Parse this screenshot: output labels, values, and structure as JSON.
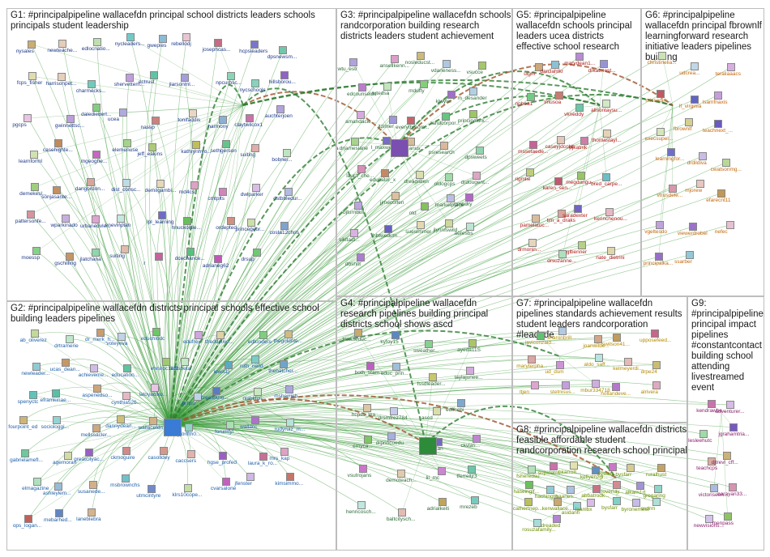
{
  "groups": [
    {
      "id": "G1",
      "title": "G1: #principalpipeline wallacefdn principal school districts leaders schools principals student leadership",
      "color": "#1f3a8a"
    },
    {
      "id": "G2",
      "title": "G2: #principalpipeline wallacefdn districts principal schools effective school building leaders pipelines",
      "color": "#1f5fa8"
    },
    {
      "id": "G3",
      "title": "G3: #principalpipeline wallacefdn schools randcorporation building research districts leaders student achievement",
      "color": "#2e6b3a"
    },
    {
      "id": "G4",
      "title": "G4: #principalpipeline wallacefdn research pipelines building principal districts school shows ascd",
      "color": "#2e6b3a"
    },
    {
      "id": "G5",
      "title": "G5: #principalpipeline wallacefdn schools principal leaders ucea districts effective school research",
      "color": "#b01818"
    },
    {
      "id": "G6",
      "title": "G6: #principalpipeline wallacefdn principal fbrownlf learningforward research initiative leaders pipelines building",
      "color": "#c2670c"
    },
    {
      "id": "G7",
      "title": "G7: #principalpipeline wallacefdn pipelines standards achievement results student leaders randcorporation #leadsde",
      "color": "#b08a00"
    },
    {
      "id": "G8",
      "title": "G8: #principalpipeline wallacefdn districts feasible affordable student randcorporation research school principal",
      "color": "#6b8e00"
    },
    {
      "id": "G9",
      "title": "G9: #principalpipeline principal impact pipelines #constantcontact building school attending livestreamed event",
      "color": "#8a1f6b"
    }
  ],
  "nodes": {
    "G1": [
      "nysales",
      "newteache...",
      "edlocnatio...",
      "nycleaders...",
      "gweples",
      "rebellodj",
      "josephcas...",
      "hcpsleaders",
      "dpsnewsm...",
      "fcps_fisher",
      "harrisonpet...",
      "charmecks...",
      "shervettem...",
      "ectrust",
      "jlarsonml...",
      "npcurbsc...",
      "nycschools",
      "hillsborou...",
      "pgcps",
      "gwinnettsc...",
      "dalediederl...",
      "ucea",
      "nassp",
      "tonifaddis",
      "harmony",
      "claytwilcox1",
      "auchterjoen",
      "learnforml",
      "casehighte...",
      "mgeoghe...",
      "elemenuse",
      "jeff_eakins",
      "kathrynhyo...",
      "sethgerson",
      "suiting",
      "bobnel...",
      "demekesl...",
      "sonjasante...",
      "dangordon...",
      "dist_consc...",
      "demilgambi...",
      "md4cs",
      "cmtplts",
      "dwlparker",
      "dstbbledur...",
      "pattersonfe...",
      "wparkinado",
      "urbanedvle...",
      "enevlnplan",
      "lpl_learning",
      "hnuckolsle...",
      "ordepted",
      "princegeor...",
      "costa12chris",
      "moessp",
      "gschilling",
      "jlatchana",
      "suiting",
      "r",
      "dcechance...",
      "adrianeg62",
      "drsup"
    ],
    "G2": [
      "ab_oliverez",
      "drtramerie",
      "dr_merk_h...",
      "voteyeva",
      "educhlodc",
      "edufrey",
      "tfreddolive...",
      "edtunders",
      "thegoldnte...",
      "newleader...",
      "ucas_dean...",
      "achieveme...",
      "education...",
      "enniroc1111",
      "tedlsbeta",
      "lewis1j",
      "ruth_neild",
      "thehatcher...",
      "spenyctc",
      "eframkinae...",
      "aspenedso...",
      "cynthia526...",
      "latoyadixo...",
      "drhpo",
      "createkno...",
      "nlabktyn",
      "msherrieb...",
      "fourpoint_ed",
      "sociologgi...",
      "mellssacler...",
      "dannydearl...",
      "wallacefdn",
      "laylorffth0...",
      "forumfyi",
      "wallacc",
      "rudyruiz_m...",
      "gabrielamefl...",
      "agemoran",
      "greatcityac...",
      "ckmoguire",
      "casolldey",
      "caccsers",
      "hgse_profed",
      "laura_k_ro...",
      "mrs_kap",
      "elmagazine",
      "ashleylem...",
      "susanede...",
      "msbrownchs",
      "utmcintyre",
      "klrs10cope...",
      "cvarsalone",
      "jfenster",
      "kimsimmo...",
      "ops_logan...",
      "mebarhed...",
      "laneblebra"
    ],
    "G3": [
      "wtu_estr",
      "ansellkenn...",
      "nosleducst...",
      "vdarleness...",
      "vsucce",
      "edcounseldc",
      "rutedsa",
      "mdufty",
      "kjwyler",
      "m_desander",
      "amandacie...",
      "jtzimer",
      "everythroom...",
      "randcorpor...",
      "principalsrk...",
      "drjamesiane",
      "l_maxwell",
      "tmcmanus...",
      "psresearch",
      "dpsweets",
      "laura_che...",
      "educator_x",
      "dreagallen",
      "oldogcps",
      "drdougent...",
      "bjturnbull",
      "jjmecoffen",
      "otd",
      "marketplace",
      "gmecky",
      "sikitadt...",
      "hbtwedum...",
      "suesimmer",
      "jlynnfswild...",
      "aeresbs",
      "dbshltt"
    ],
    "G4": [
      "texaseduc...",
      "kyfoy15",
      "sweather...",
      "ayeda11S",
      "both_stam...",
      "educ_prin...",
      "fssdleader...",
      "laylajunee...",
      "hcpss_lea...",
      "drsmfrez784",
      "ascd",
      "edffschi",
      "emyca...",
      "drprincoedu",
      "mpiyaan",
      "ckvlas...",
      "vsutrojans",
      "demoteach...",
      "lil_mc",
      "tferrelljr3",
      "henricosch...",
      "baltcitysch...",
      "adrialkeiti",
      "mrezeb"
    ],
    "G5": [
      "ulgm",
      "darclahtkr",
      "marydean1...",
      "drkatmest...",
      "npbea1",
      "lmusoa",
      "vkneddy",
      "allsontaysu...",
      "mssetaede...",
      "caseyjdcobb",
      "pjkatnik",
      "thomastayl...",
      "rigmlie",
      "karen_sen...",
      "megdungu...",
      "bred_carpe...",
      "pamelatuc...",
      "tim_a_draks",
      "saradexter",
      "kerinchenou...",
      "drmonin...",
      "drsuzanne...",
      "glbenner",
      "nate_dietrini"
    ],
    "G6": [
      "christinelia...",
      "udcrea...",
      "teraliaaacs",
      "missedin...",
      "lf_virginia",
      "lsamfnaxis",
      "execsupel...",
      "fbrownlf",
      "teachnext_...",
      "learningfor...",
      "drdildiva",
      "cwatsonmg...",
      "vtrusdele...",
      "mjorew",
      "efarecnt11",
      "vgeltesdo",
      "viewerdrobel",
      "nefec",
      "principalka...",
      "ssarber"
    ],
    "G7": [
      "javiconzald...",
      "sharonbrill...",
      "joanwilbe...",
      "jswilson41...",
      "upposefeed...",
      "maryterpha...",
      "ud_dsm",
      "aldo_saff...",
      "kelmeyerdi...",
      "drpe24",
      "ltjen",
      "stetnisus...",
      "mbur334718",
      "hollandeve...",
      "alrivera"
    ],
    "G8": [
      "fsheredsu",
      "supstelm...",
      "bkarrott...",
      "kellyenzgl...",
      "bysfarr",
      "bysfarr",
      "ruralhust",
      "haseiriglf...",
      "hachingtn...",
      "baanes...",
      "abbatrodk...",
      "loverlay...",
      "alkarn1rt",
      "gregaring",
      "cathertnep...",
      "kenwallace...",
      "asidanh",
      "laanlbx",
      "bysfarr",
      "byronemest",
      "ssdrm",
      "rosuzafamily...",
      "dreaded"
    ],
    "G9": [
      "kendrawbe...",
      "adventurer...",
      "lesleehutc",
      "jgrahamtria...",
      "teachcps",
      "djtrevl_cff...",
      "victoriseen...",
      "narayan33...",
      "newvisions...",
      "menpass"
    ]
  }
}
